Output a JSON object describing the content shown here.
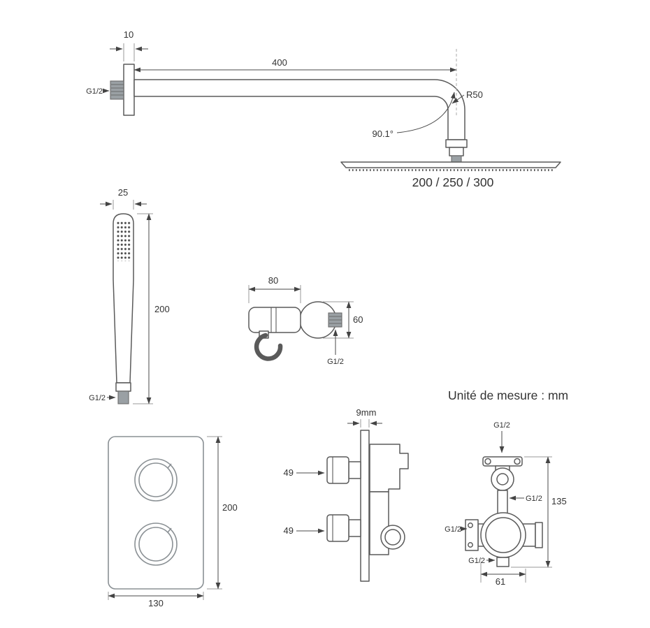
{
  "unit_note": "Unité de mesure : mm",
  "arm": {
    "wall_offset": "10",
    "thread": "G1/2",
    "length": "400",
    "bend_radius": "R50",
    "angle": "90.1°",
    "head_diameters": "200 / 250 / 300"
  },
  "handshower": {
    "diameter": "25",
    "length": "200",
    "thread": "G1/2"
  },
  "outlet": {
    "length": "80",
    "height": "60",
    "thread": "G1/2"
  },
  "valve_front": {
    "height": "200",
    "width": "130"
  },
  "valve_side": {
    "plate_thickness": "9mm",
    "knob_top": "49",
    "knob_bottom": "49"
  },
  "valve_back": {
    "thread_top": "G1/2",
    "thread_right": "G1/2",
    "thread_left": "G1/2",
    "thread_bottom": "G1/2",
    "height": "135",
    "width": "61"
  }
}
